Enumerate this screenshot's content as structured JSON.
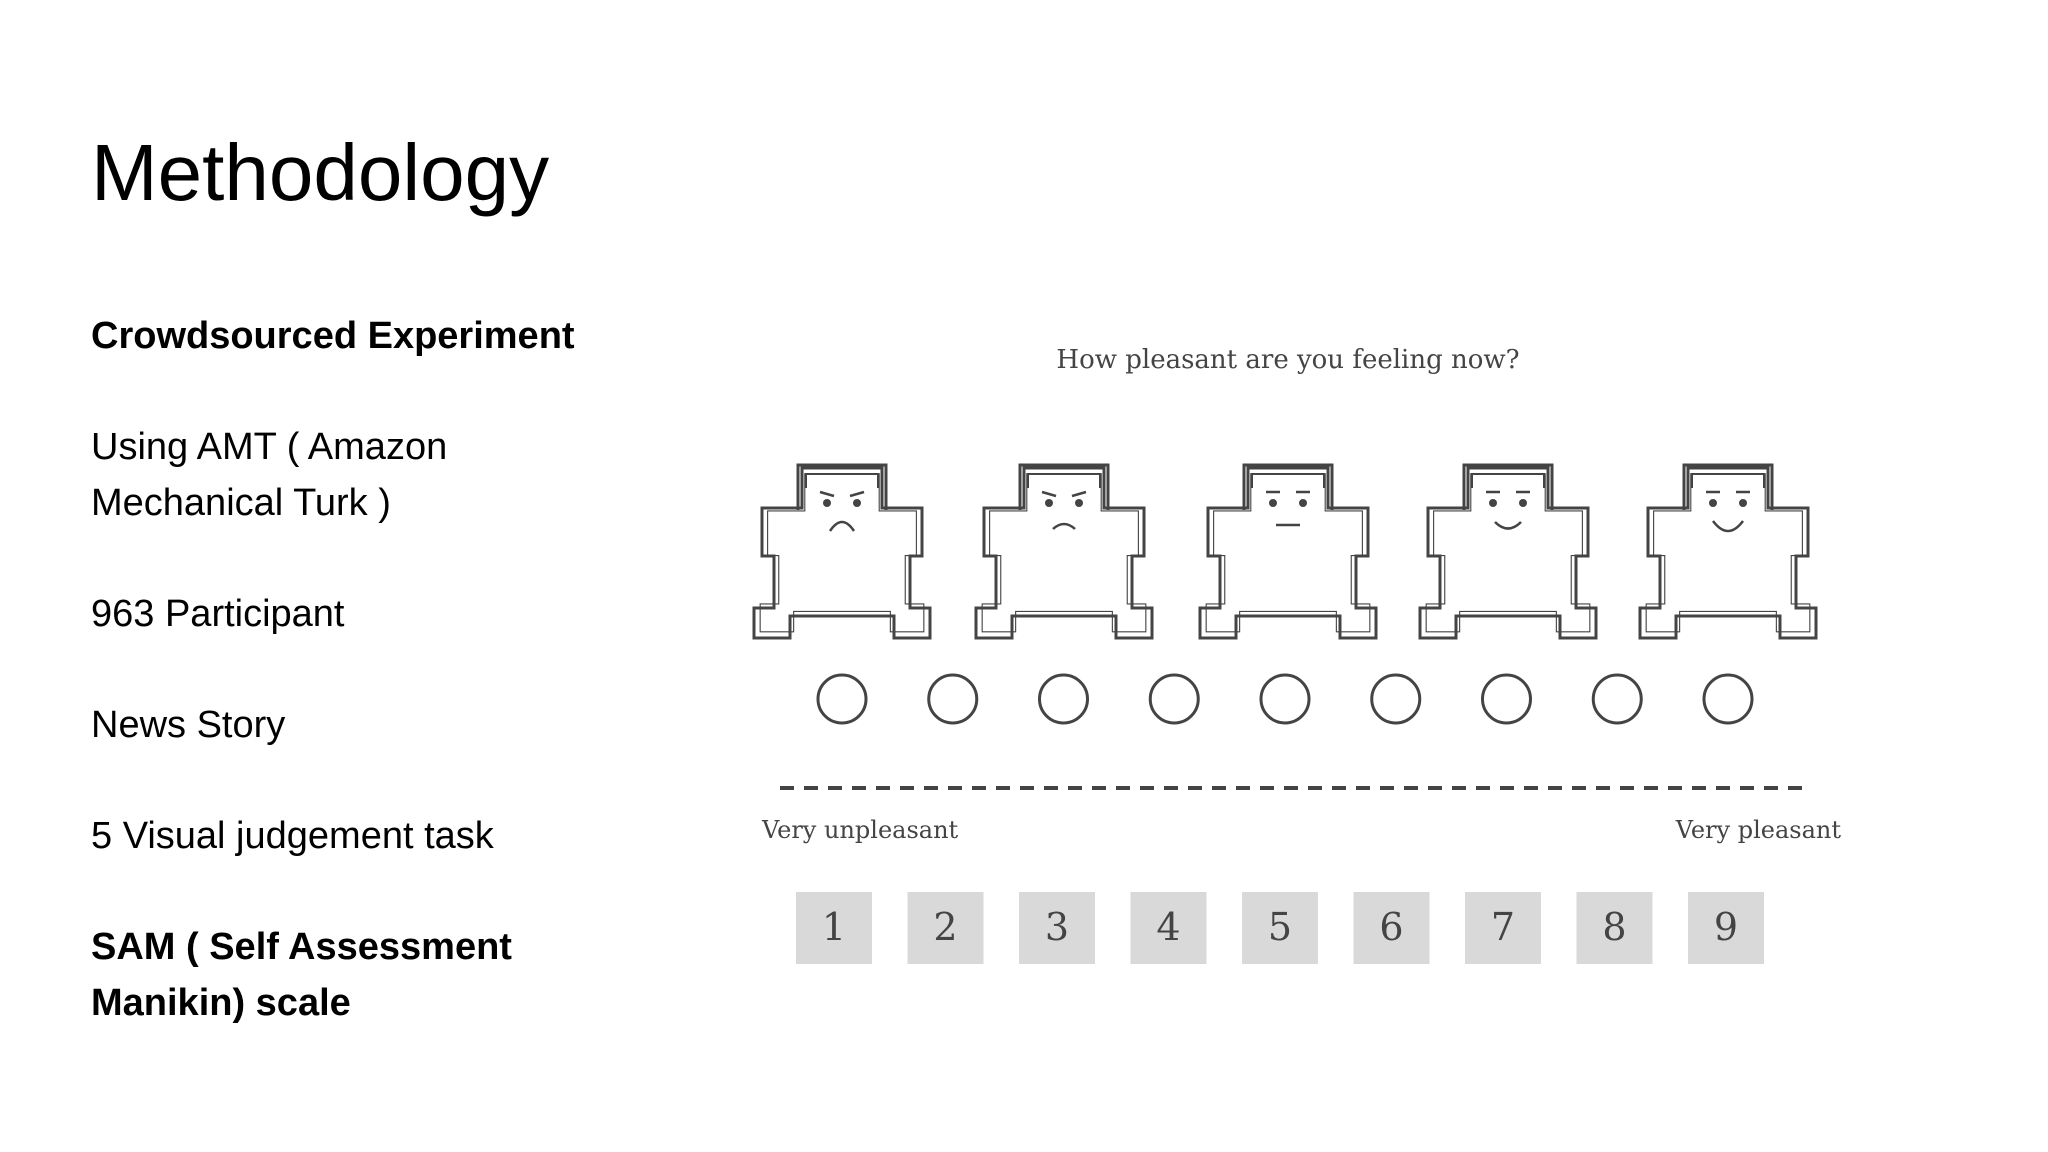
{
  "slide": {
    "title": "Methodology",
    "items": [
      {
        "text": "Crowdsourced Experiment",
        "bold": true
      },
      {
        "text": "Using AMT ( Amazon Mechanical Turk )",
        "bold": false
      },
      {
        "text": "963 Participant",
        "bold": false
      },
      {
        "text": "News Story",
        "bold": false
      },
      {
        "text": "5 Visual judgement task",
        "bold": false
      },
      {
        "text": "SAM ( Self Assessment Manikin) scale",
        "bold": true
      }
    ]
  },
  "sam": {
    "question": "How pleasant are you feeling now?",
    "label_left": "Very unpleasant",
    "label_right": "Very pleasant",
    "scale": [
      "1",
      "2",
      "3",
      "4",
      "5",
      "6",
      "7",
      "8",
      "9"
    ],
    "manikin_expressions": [
      "very-sad",
      "sad",
      "neutral",
      "happy",
      "very-happy"
    ],
    "colors": {
      "box_fill": "#d9d9d9",
      "line": "#444444"
    }
  }
}
